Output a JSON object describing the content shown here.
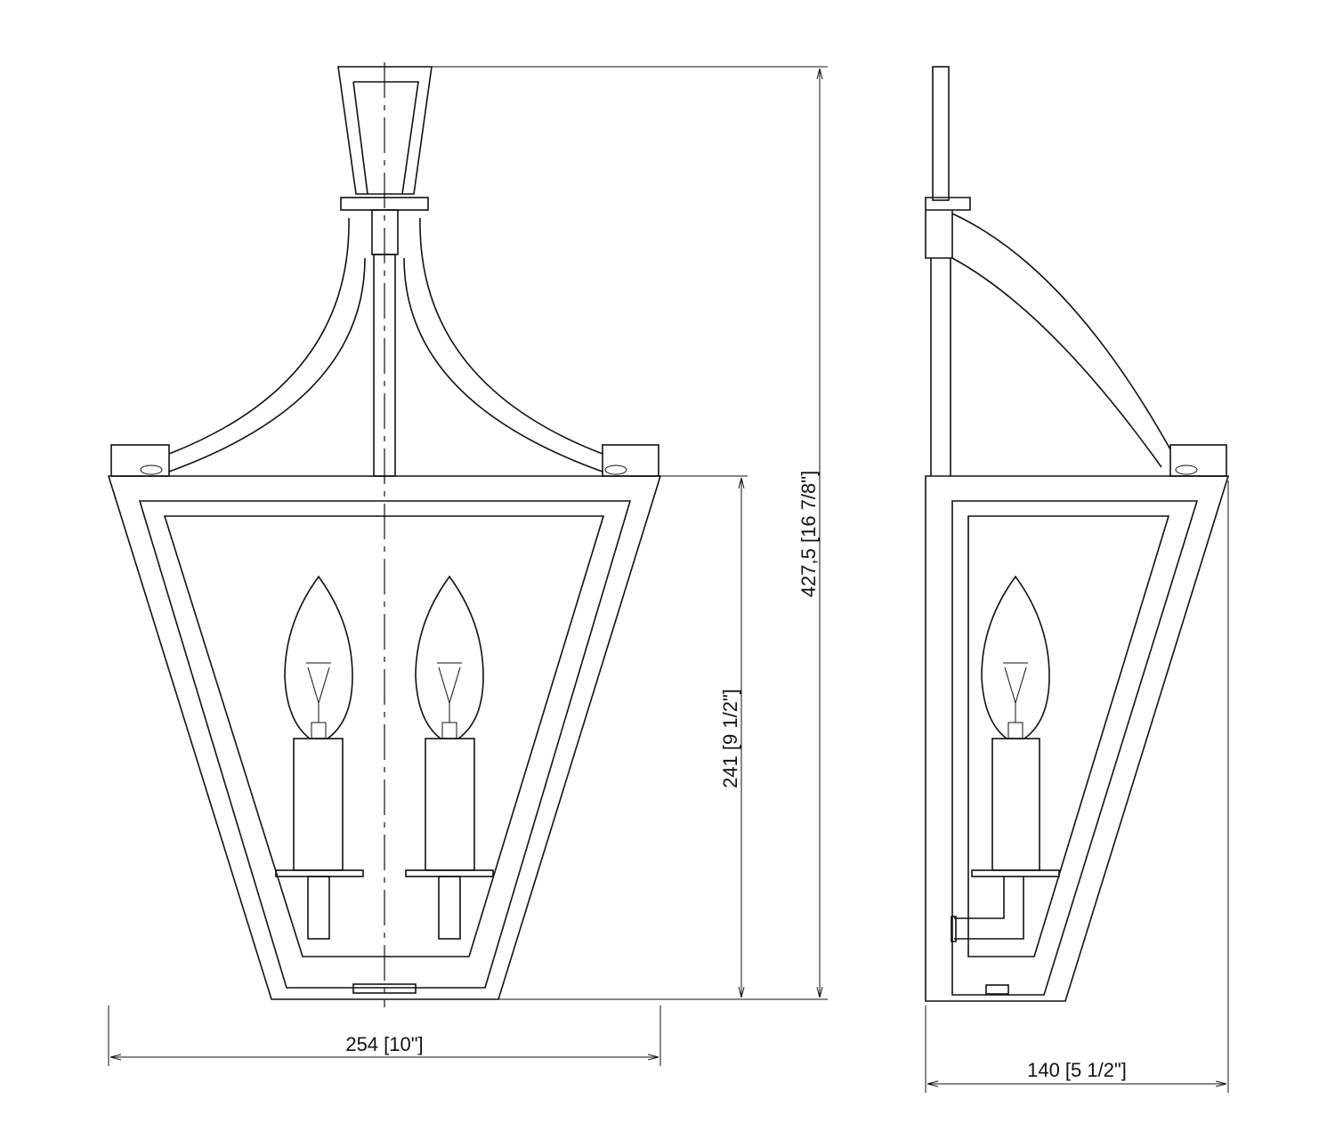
{
  "dimensions": {
    "overall_height": "427,5 [16 7/8\"]",
    "body_height": "241 [9 1/2\"]",
    "width": "254 [10\"]",
    "depth": "140 [5 1/2\"]"
  },
  "views": [
    "front-view",
    "side-view"
  ]
}
